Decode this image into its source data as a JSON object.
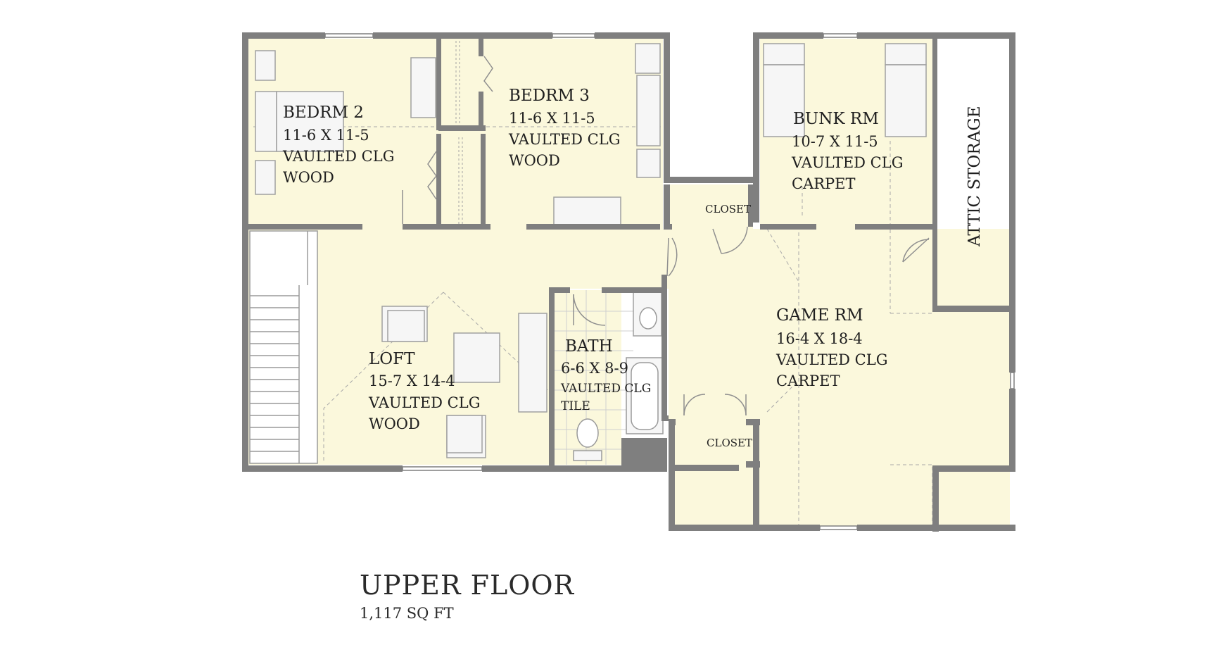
{
  "plan": {
    "title": "UPPER FLOOR",
    "area": "1,117 SQ FT",
    "colors": {
      "wall": "#7f7f7f",
      "floor": "#fbf8dc",
      "fixture": "#f6f6f6",
      "line": "#9a9a9a",
      "text": "#1f1f1f"
    },
    "rooms": {
      "bedrm2": {
        "name": "BEDRM 2",
        "size": "11-6 X 11-5",
        "ceiling": "VAULTED CLG",
        "floor": "WOOD"
      },
      "bedrm3": {
        "name": "BEDRM 3",
        "size": "11-6 X 11-5",
        "ceiling": "VAULTED CLG",
        "floor": "WOOD"
      },
      "bunk": {
        "name": "BUNK RM",
        "size": "10-7 X 11-5",
        "ceiling": "VAULTED CLG",
        "floor": "CARPET"
      },
      "attic": {
        "name": "ATTIC STORAGE"
      },
      "closet_upper": {
        "name": "CLOSET"
      },
      "closet_lower": {
        "name": "CLOSET"
      },
      "game": {
        "name": "GAME RM",
        "size": "16-4 X 18-4",
        "ceiling": "VAULTED CLG",
        "floor": "CARPET"
      },
      "bath": {
        "name": "BATH",
        "size": "6-6 X 8-9",
        "ceiling": "VAULTED CLG",
        "floor": "TILE"
      },
      "loft": {
        "name": "LOFT",
        "size": "15-7 X 14-4",
        "ceiling": "VAULTED CLG",
        "floor": "WOOD"
      }
    }
  }
}
